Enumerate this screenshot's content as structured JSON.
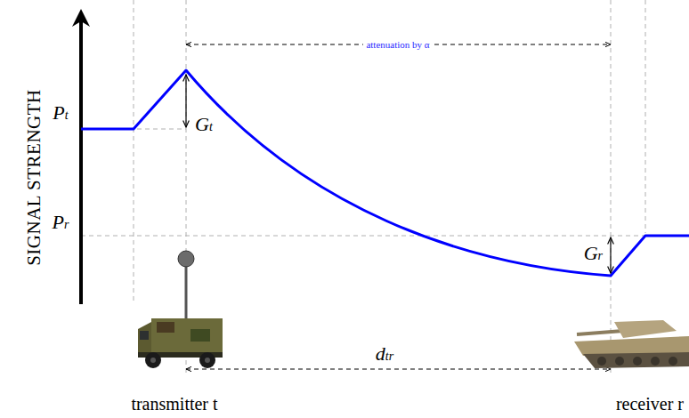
{
  "diagram": {
    "labels": [
      "SIGNAL STRENGTH",
      "Pt",
      "Gt",
      "attenuation by α",
      "Pr",
      "Gr",
      "dtr",
      "transmitter t",
      "receiver r"
    ]
  }
}
